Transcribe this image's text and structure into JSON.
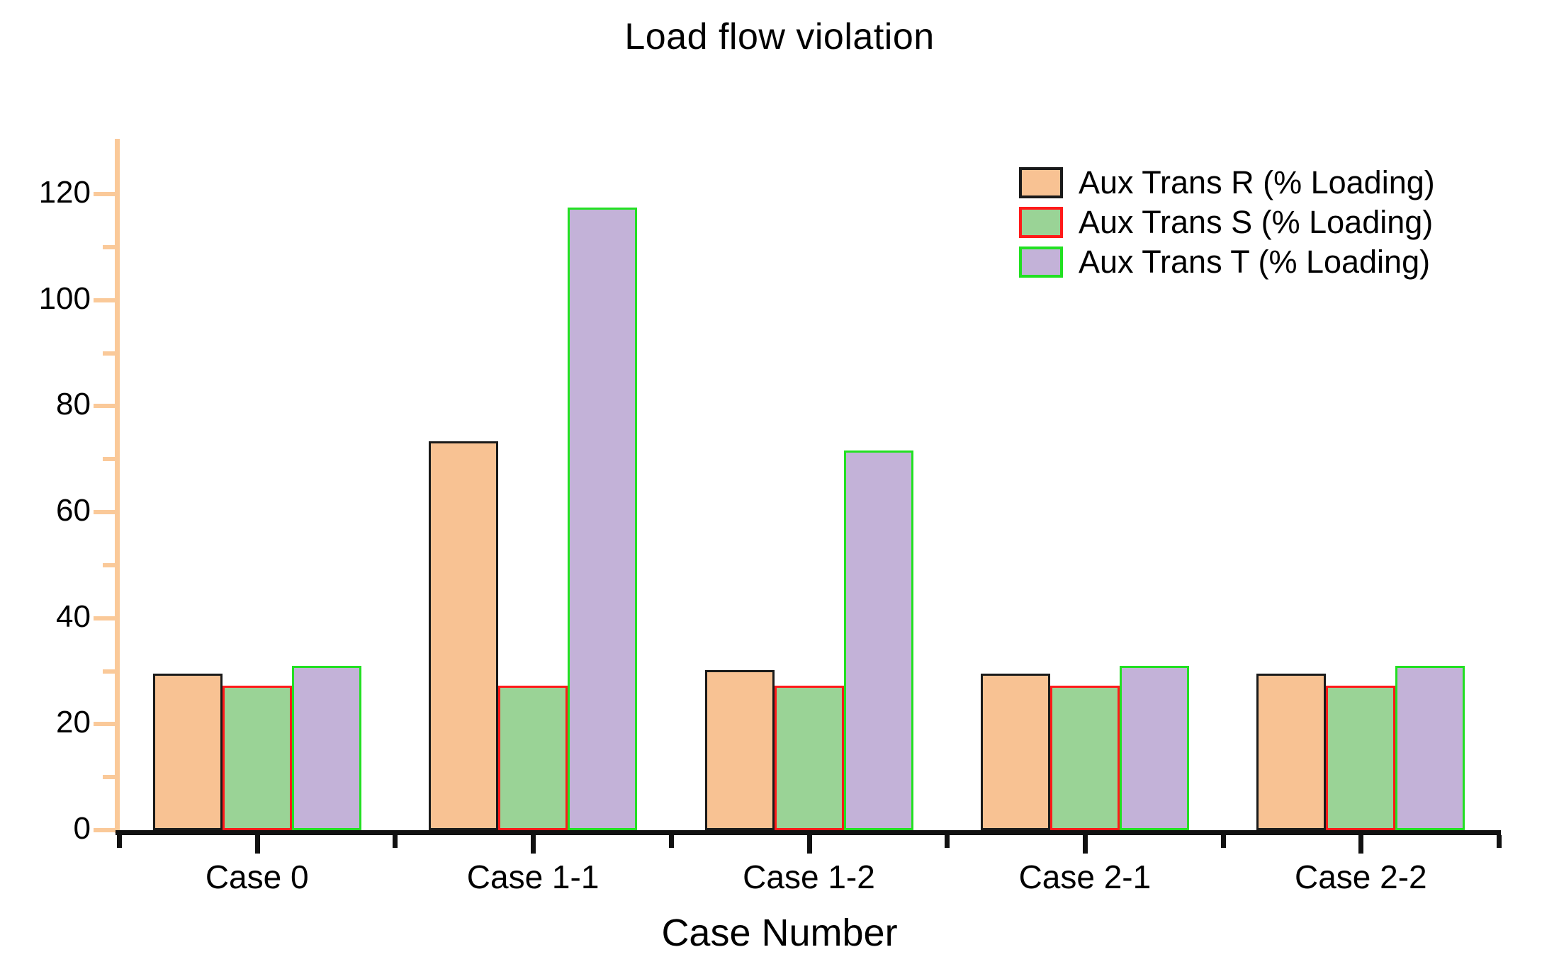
{
  "chart_data": {
    "type": "bar",
    "title": "Load flow violation",
    "xlabel": "Case Number",
    "ylabel": "",
    "categories": [
      "Case 0",
      "Case 1-1",
      "Case 1-2",
      "Case 2-1",
      "Case 2-2"
    ],
    "series": [
      {
        "name": "Aux Trans R (% Loading)",
        "color": "#f8c293",
        "edge_color": "#1a1a1a",
        "values": [
          29.5,
          73.3,
          30.2,
          29.6,
          29.6
        ]
      },
      {
        "name": "Aux Trans S (% Loading)",
        "color": "#9ad396",
        "edge_color": "#ff1a1a",
        "values": [
          27.3,
          27.3,
          27.3,
          27.3,
          27.3
        ]
      },
      {
        "name": "Aux Trans T (% Loading)",
        "color": "#c3b2d8",
        "edge_color": "#22e022",
        "values": [
          31.0,
          117.5,
          71.6,
          31.0,
          31.0
        ]
      }
    ],
    "ylim": [
      0,
      128
    ],
    "y_major_ticks": [
      0,
      20,
      40,
      60,
      80,
      100,
      120
    ],
    "y_minor_ticks": [
      10,
      30,
      50,
      70,
      90,
      110
    ],
    "y_tick_labels": [
      "0",
      "20",
      "40",
      "60",
      "80",
      "100",
      "120"
    ],
    "grid": false,
    "legend_position": "top-right",
    "axis_colors": {
      "y_axis": "#fac999",
      "x_axis": "#111111"
    }
  },
  "legend": {
    "entries": [
      {
        "label": "Aux Trans R (% Loading)"
      },
      {
        "label": "Aux Trans S (% Loading)"
      },
      {
        "label": "Aux Trans T (% Loading)"
      }
    ]
  }
}
